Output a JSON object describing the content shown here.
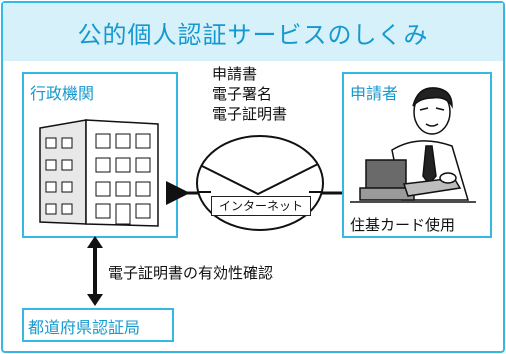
{
  "title": "公的個人認証サービスのしくみ",
  "nodes": {
    "government": "行政機関",
    "applicant": "申請者",
    "prefecture": "都道府県認証局"
  },
  "documents": [
    "申請書",
    "電子署名",
    "電子証明書"
  ],
  "network_label": "インターネット",
  "applicant_caption": "住基カード使用",
  "verification_label": "電子証明書の有効性確認",
  "colors": {
    "accent": "#35b8e3",
    "title_bg": "#d6f1fa",
    "text_accent": "#1799cf"
  }
}
